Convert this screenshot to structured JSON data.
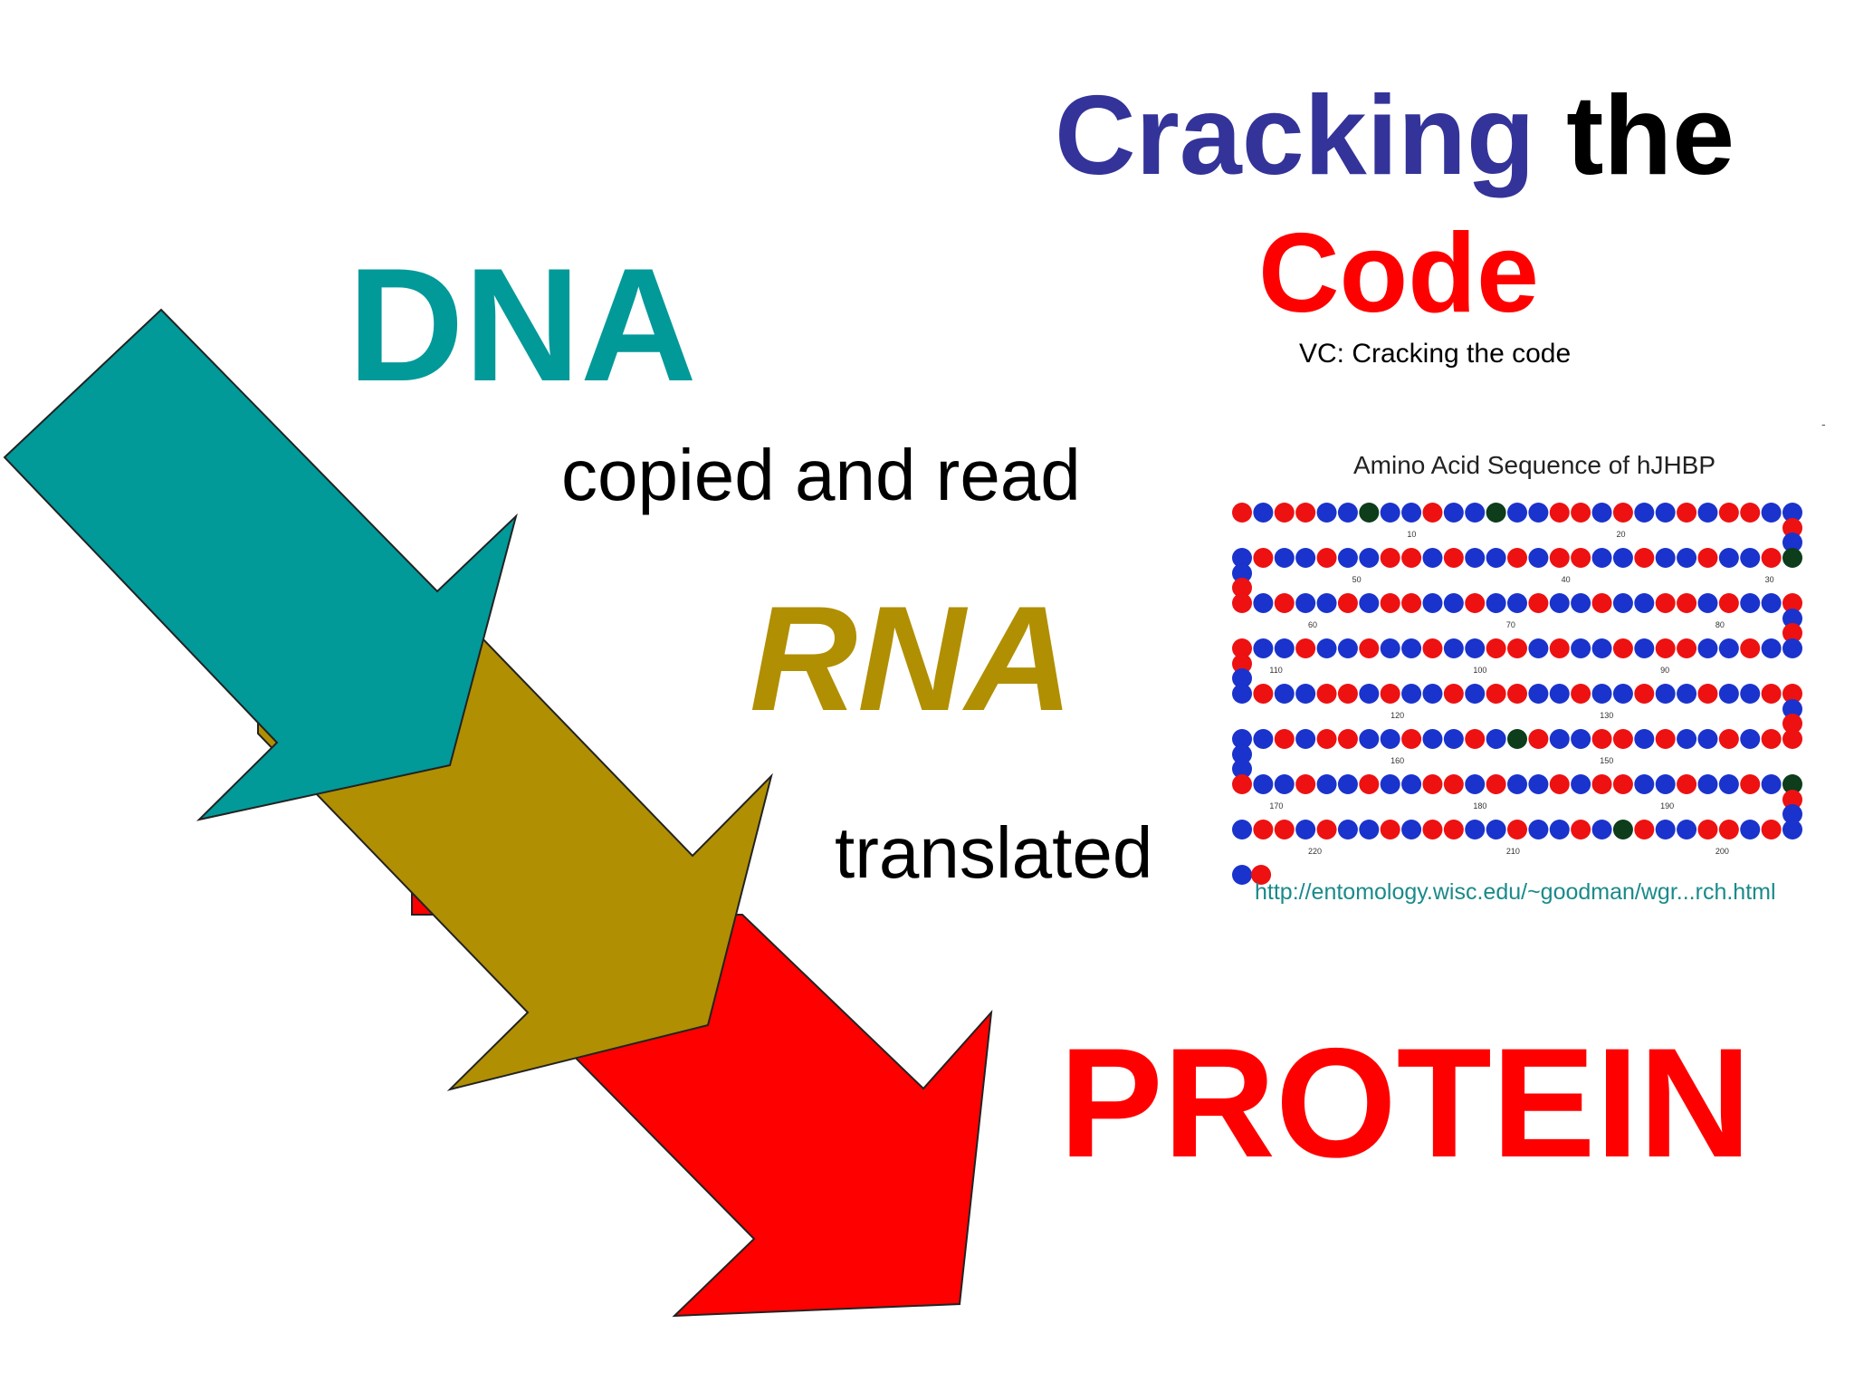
{
  "colors": {
    "dna": "#029999",
    "rna": "#b08f03",
    "protein": "#ff0000",
    "cracking": "#333399",
    "the": "#000000",
    "code": "#ff0000",
    "residue_blue": "#1a33cc",
    "residue_red": "#ee1111",
    "residue_dark": "#0d3d1a",
    "url": "#1a8a8a"
  },
  "title": {
    "cracking": "Cracking",
    "the": "the",
    "code": "Code"
  },
  "subtitle": "VC: Cracking the code",
  "labels": {
    "dna": "DNA",
    "copied": "copied and read",
    "rna": "RNA",
    "translated": "translated",
    "protein": "PROTEIN"
  },
  "sequence_figure": {
    "title": "Amino Acid Sequence of hJHBP",
    "url": "http://entomology.wisc.edu/~goodman/wgr...rch.html",
    "row_tick_labels": [
      [
        "10",
        "20"
      ],
      [
        "50",
        "40",
        "30"
      ],
      [
        "60",
        "70",
        "80"
      ],
      [
        "110",
        "100",
        "90"
      ],
      [
        "120",
        "130"
      ],
      [
        "160",
        "150"
      ],
      [
        "170",
        "180",
        "190"
      ],
      [
        "220",
        "210",
        "200"
      ]
    ]
  },
  "decoration": {
    "tiny_mark": "-"
  }
}
